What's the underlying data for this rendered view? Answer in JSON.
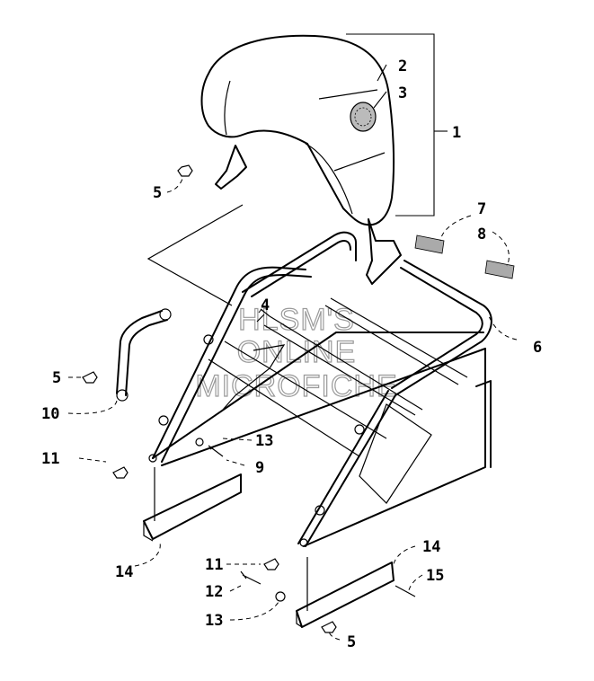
{
  "watermark": [
    "HLSM'S",
    "ONLINE",
    "MICROFICHE"
  ],
  "callouts": {
    "c1": "1",
    "c2": "2",
    "c3": "3",
    "c4": "4",
    "c5a": "5",
    "c5b": "5",
    "c5c": "5",
    "c6": "6",
    "c7": "7",
    "c8": "8",
    "c9": "9",
    "c10": "10",
    "c11a": "11",
    "c11b": "11",
    "c12": "12",
    "c13a": "13",
    "c13b": "13",
    "c14a": "14",
    "c14b": "14",
    "c15": "15"
  },
  "colors": {
    "ink": "#000000",
    "watermark": "#9a9a9a",
    "background": "#ffffff"
  }
}
